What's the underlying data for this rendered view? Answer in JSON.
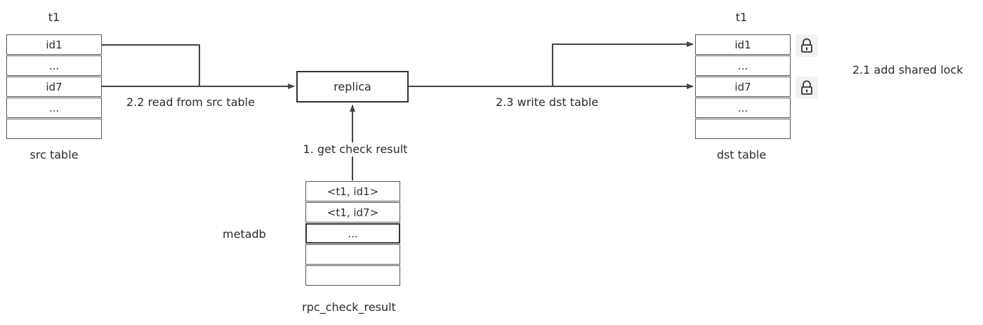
{
  "src_table": {
    "header": "t1",
    "caption": "src table",
    "rows": [
      "id1",
      "...",
      "id7",
      "...",
      ""
    ]
  },
  "dst_table": {
    "header": "t1",
    "caption": "dst table",
    "rows": [
      "id1",
      "...",
      "id7",
      "...",
      ""
    ]
  },
  "replica": {
    "label": "replica"
  },
  "metadb": {
    "label": "metadb",
    "caption": "rpc_check_result",
    "rows": [
      "<t1, id1>",
      "<t1, id7>",
      "...",
      "",
      ""
    ]
  },
  "edges": {
    "read": "2.2 read from src table",
    "write": "2.3 write dst table",
    "check": "1. get check result"
  },
  "lock_note": "2.1 add shared lock",
  "icons": {
    "lock": "padlock-icon"
  }
}
